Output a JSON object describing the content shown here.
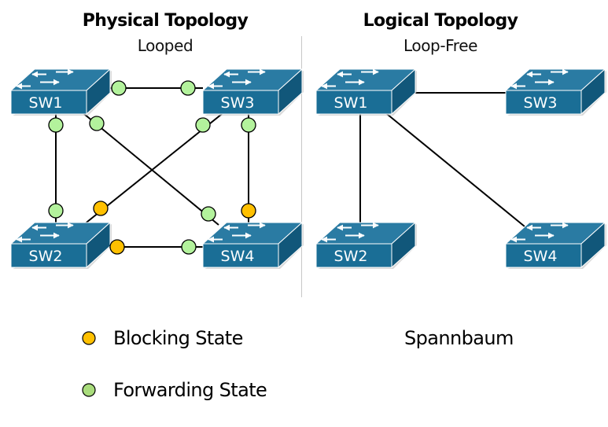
{
  "physical": {
    "title": "Physical Topology",
    "subtitle": "Looped",
    "switches": [
      {
        "id": "SW1",
        "label": "SW1"
      },
      {
        "id": "SW2",
        "label": "SW2"
      },
      {
        "id": "SW3",
        "label": "SW3"
      },
      {
        "id": "SW4",
        "label": "SW4"
      }
    ],
    "links": [
      {
        "from": "SW1",
        "to": "SW3",
        "from_port": "forwarding",
        "to_port": "forwarding"
      },
      {
        "from": "SW1",
        "to": "SW2",
        "from_port": "forwarding",
        "to_port": "forwarding"
      },
      {
        "from": "SW1",
        "to": "SW4",
        "from_port": "forwarding",
        "to_port": "forwarding"
      },
      {
        "from": "SW3",
        "to": "SW2",
        "from_port": "forwarding",
        "to_port": "blocking"
      },
      {
        "from": "SW3",
        "to": "SW4",
        "from_port": "forwarding",
        "to_port": "blocking"
      },
      {
        "from": "SW2",
        "to": "SW4",
        "from_port": "blocking",
        "to_port": "forwarding"
      }
    ]
  },
  "logical": {
    "title": "Logical Topology",
    "subtitle": "Loop-Free",
    "switches": [
      {
        "id": "SW1",
        "label": "SW1"
      },
      {
        "id": "SW2",
        "label": "SW2"
      },
      {
        "id": "SW3",
        "label": "SW3"
      },
      {
        "id": "SW4",
        "label": "SW4"
      }
    ],
    "links": [
      {
        "from": "SW1",
        "to": "SW3"
      },
      {
        "from": "SW1",
        "to": "SW2"
      },
      {
        "from": "SW1",
        "to": "SW4"
      }
    ]
  },
  "legend": {
    "blocking": {
      "label": "Blocking State",
      "color": "#ffc000"
    },
    "forwarding": {
      "label": "Forwarding State",
      "color": "#a9dc7c"
    }
  },
  "caption": "Spannbaum",
  "colors": {
    "switch_front": "#1a6e96",
    "switch_top": "#2a7ba3",
    "switch_side": "#11577a",
    "link": "#000000",
    "port_forwarding": "#b3f29c",
    "port_blocking": "#ffc000"
  }
}
